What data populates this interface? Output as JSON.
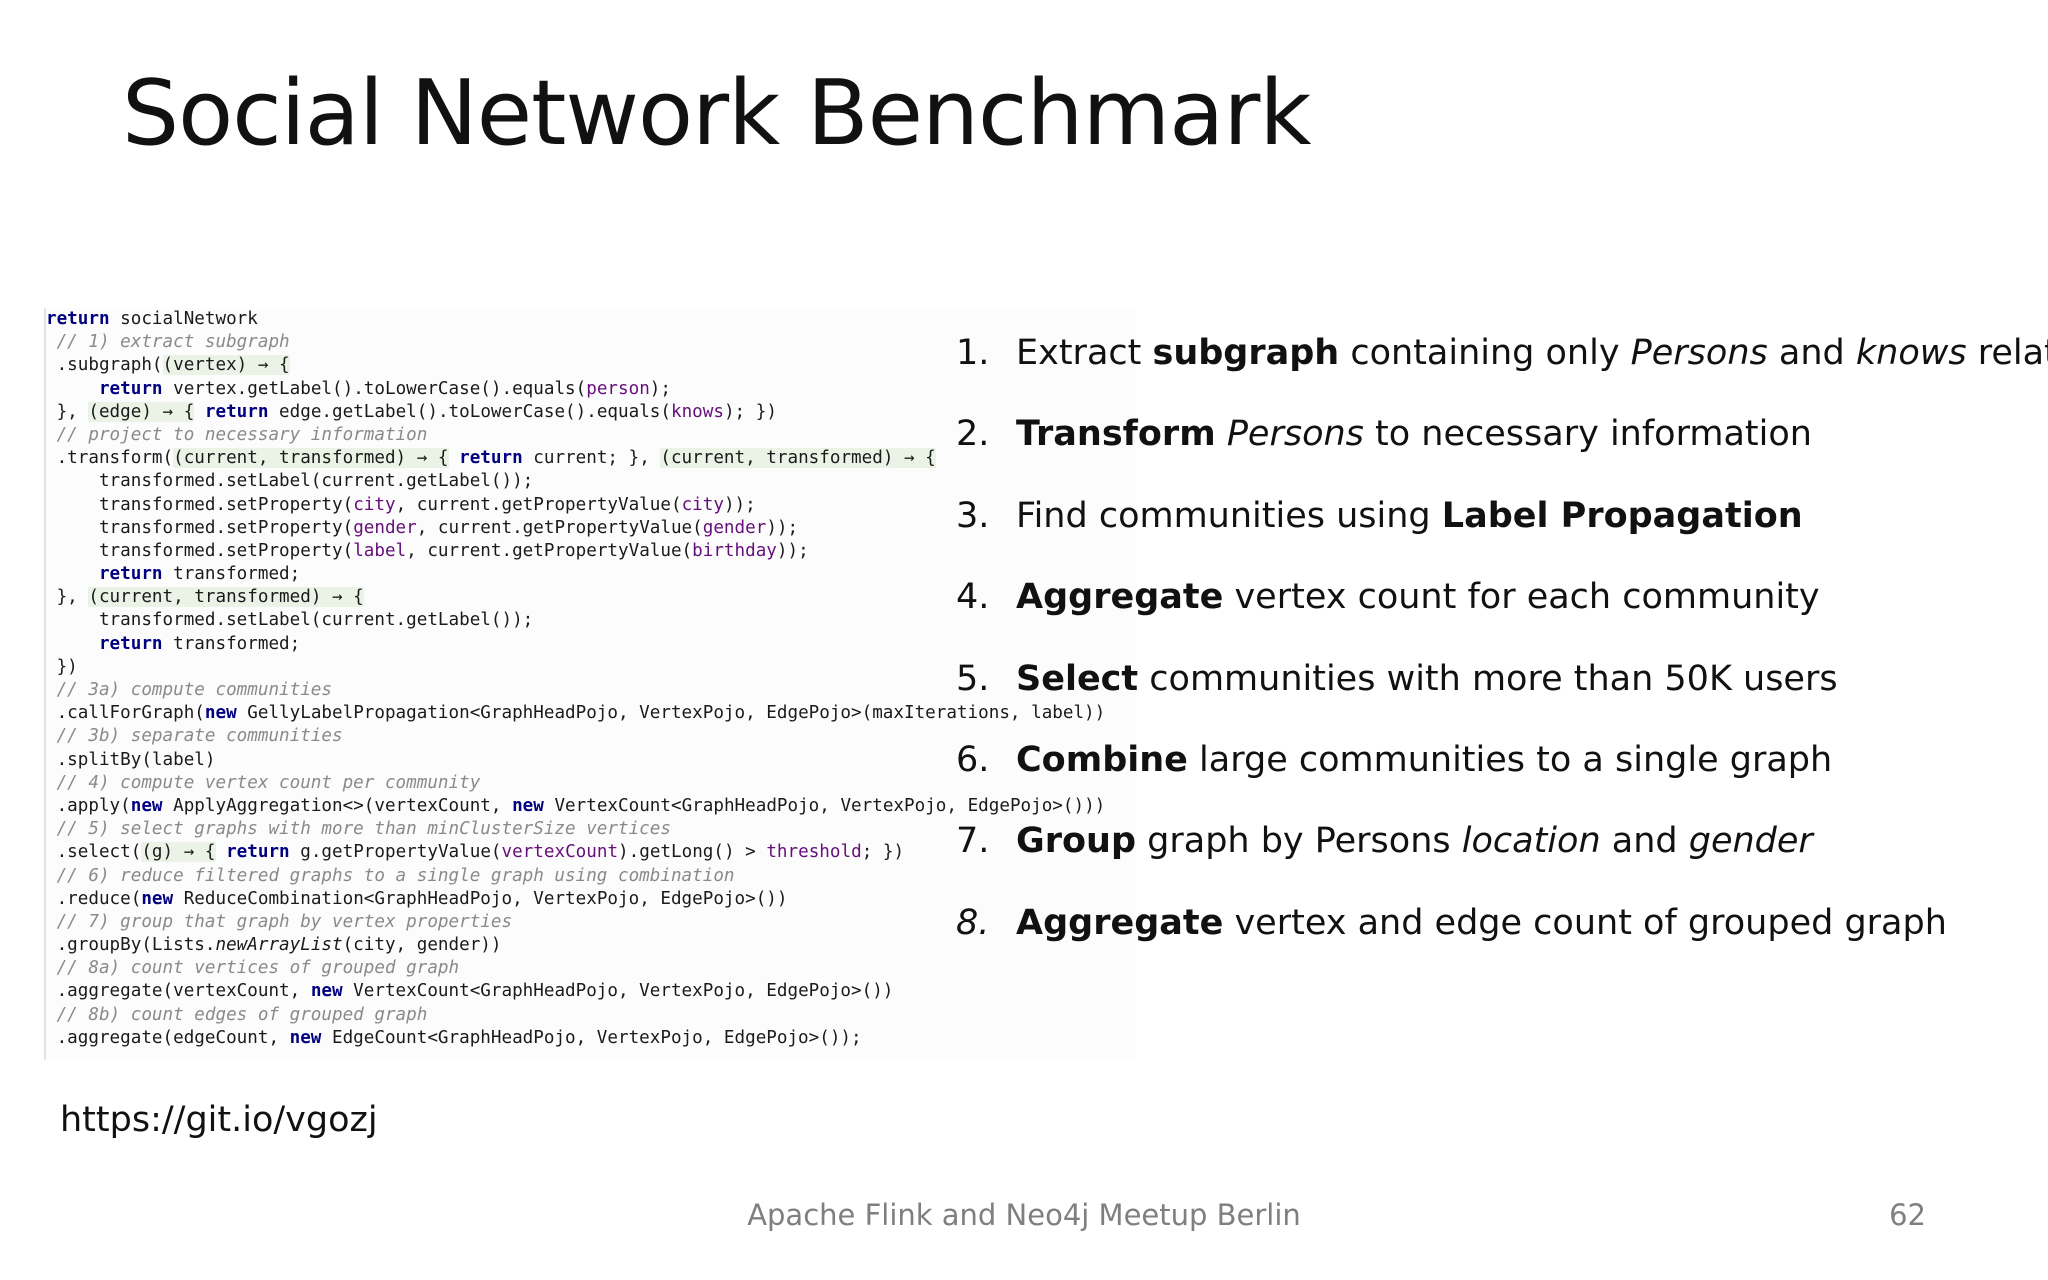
{
  "slide": {
    "title": "Social Network Benchmark",
    "url": "https://git.io/vgozj",
    "footer": "Apache Flink and Neo4j Meetup Berlin",
    "page_number": "62"
  },
  "code_lines": [
    [
      {
        "t": "return",
        "c": "kw"
      },
      {
        "t": " socialNetwork"
      }
    ],
    [
      {
        "t": " "
      },
      {
        "t": "// 1) extract subgraph",
        "c": "cm"
      }
    ],
    [
      {
        "t": " .subgraph("
      },
      {
        "t": "(vertex) → {",
        "c": "lm"
      }
    ],
    [
      {
        "t": "     "
      },
      {
        "t": "return",
        "c": "kw"
      },
      {
        "t": " vertex.getLabel().toLowerCase().equals("
      },
      {
        "t": "person",
        "c": "st"
      },
      {
        "t": ");"
      }
    ],
    [
      {
        "t": " }, "
      },
      {
        "t": "(edge) → {",
        "c": "lm"
      },
      {
        "t": " "
      },
      {
        "t": "return",
        "c": "kw"
      },
      {
        "t": " edge.getLabel().toLowerCase().equals("
      },
      {
        "t": "knows",
        "c": "st"
      },
      {
        "t": "); })"
      }
    ],
    [
      {
        "t": " "
      },
      {
        "t": "// project to necessary information",
        "c": "cm"
      }
    ],
    [
      {
        "t": " .transform("
      },
      {
        "t": "(current, transformed) → {",
        "c": "lm"
      },
      {
        "t": " "
      },
      {
        "t": "return",
        "c": "kw"
      },
      {
        "t": " current; }, "
      },
      {
        "t": "(current, transformed) → {",
        "c": "lm"
      }
    ],
    [
      {
        "t": "     transformed.setLabel(current.getLabel());"
      }
    ],
    [
      {
        "t": "     transformed.setProperty("
      },
      {
        "t": "city",
        "c": "st"
      },
      {
        "t": ", current.getPropertyValue("
      },
      {
        "t": "city",
        "c": "st"
      },
      {
        "t": "));"
      }
    ],
    [
      {
        "t": "     transformed.setProperty("
      },
      {
        "t": "gender",
        "c": "st"
      },
      {
        "t": ", current.getPropertyValue("
      },
      {
        "t": "gender",
        "c": "st"
      },
      {
        "t": "));"
      }
    ],
    [
      {
        "t": "     transformed.setProperty("
      },
      {
        "t": "label",
        "c": "st"
      },
      {
        "t": ", current.getPropertyValue("
      },
      {
        "t": "birthday",
        "c": "st"
      },
      {
        "t": "));"
      }
    ],
    [
      {
        "t": "     "
      },
      {
        "t": "return",
        "c": "kw"
      },
      {
        "t": " transformed;"
      }
    ],
    [
      {
        "t": " }, "
      },
      {
        "t": "(current, transformed) → {",
        "c": "lm"
      }
    ],
    [
      {
        "t": "     transformed.setLabel(current.getLabel());"
      }
    ],
    [
      {
        "t": "     "
      },
      {
        "t": "return",
        "c": "kw"
      },
      {
        "t": " transformed;"
      }
    ],
    [
      {
        "t": " })"
      }
    ],
    [
      {
        "t": " "
      },
      {
        "t": "// 3a) compute communities",
        "c": "cm"
      }
    ],
    [
      {
        "t": " .callForGraph("
      },
      {
        "t": "new",
        "c": "kw"
      },
      {
        "t": " GellyLabelPropagation<GraphHeadPojo, VertexPojo, EdgePojo>(maxIterations, label))"
      }
    ],
    [
      {
        "t": " "
      },
      {
        "t": "// 3b) separate communities",
        "c": "cm"
      }
    ],
    [
      {
        "t": " .splitBy(label)"
      }
    ],
    [
      {
        "t": " "
      },
      {
        "t": "// 4) compute vertex count per community",
        "c": "cm"
      }
    ],
    [
      {
        "t": " .apply("
      },
      {
        "t": "new",
        "c": "kw"
      },
      {
        "t": " ApplyAggregation<>(vertexCount, "
      },
      {
        "t": "new",
        "c": "kw"
      },
      {
        "t": " VertexCount<GraphHeadPojo, VertexPojo, EdgePojo>()))"
      }
    ],
    [
      {
        "t": " "
      },
      {
        "t": "// 5) select graphs with more than minClusterSize vertices",
        "c": "cm"
      }
    ],
    [
      {
        "t": " .select("
      },
      {
        "t": "(g) → {",
        "c": "lm"
      },
      {
        "t": " "
      },
      {
        "t": "return",
        "c": "kw"
      },
      {
        "t": " g.getPropertyValue("
      },
      {
        "t": "vertexCount",
        "c": "st"
      },
      {
        "t": ").getLong() > "
      },
      {
        "t": "threshold",
        "c": "st"
      },
      {
        "t": "; })"
      }
    ],
    [
      {
        "t": " "
      },
      {
        "t": "// 6) reduce filtered graphs to a single graph using combination",
        "c": "cm"
      }
    ],
    [
      {
        "t": " .reduce("
      },
      {
        "t": "new",
        "c": "kw"
      },
      {
        "t": " ReduceCombination<GraphHeadPojo, VertexPojo, EdgePojo>())"
      }
    ],
    [
      {
        "t": " "
      },
      {
        "t": "// 7) group that graph by vertex properties",
        "c": "cm"
      }
    ],
    [
      {
        "t": " .groupBy(Lists."
      },
      {
        "t": "newArrayList",
        "c": "ital"
      },
      {
        "t": "(city, gender))"
      }
    ],
    [
      {
        "t": " "
      },
      {
        "t": "// 8a) count vertices of grouped graph",
        "c": "cm"
      }
    ],
    [
      {
        "t": " .aggregate(vertexCount, "
      },
      {
        "t": "new",
        "c": "kw"
      },
      {
        "t": " VertexCount<GraphHeadPojo, VertexPojo, EdgePojo>())"
      }
    ],
    [
      {
        "t": " "
      },
      {
        "t": "// 8b) count edges of grouped graph",
        "c": "cm"
      }
    ],
    [
      {
        "t": " .aggregate(edgeCount, "
      },
      {
        "t": "new",
        "c": "kw"
      },
      {
        "t": " EdgeCount<GraphHeadPojo, VertexPojo, EdgePojo>());"
      }
    ]
  ],
  "list_items": [
    {
      "num": "1.",
      "parts": [
        {
          "t": "Extract "
        },
        {
          "t": "subgraph",
          "s": "b"
        },
        {
          "t": " containing only "
        },
        {
          "t": "Persons",
          "s": "i"
        },
        {
          "t": " and "
        },
        {
          "t": "knows",
          "s": "i"
        },
        {
          "t": " relations"
        }
      ]
    },
    {
      "num": "2.",
      "parts": [
        {
          "t": "Transform",
          "s": "b"
        },
        {
          "t": " "
        },
        {
          "t": "Persons",
          "s": "i"
        },
        {
          "t": " to necessary information"
        }
      ]
    },
    {
      "num": "3.",
      "parts": [
        {
          "t": "Find communities using "
        },
        {
          "t": "Label Propagation",
          "s": "b"
        }
      ]
    },
    {
      "num": "4.",
      "parts": [
        {
          "t": "Aggregate",
          "s": "b"
        },
        {
          "t": " vertex count for each community"
        }
      ]
    },
    {
      "num": "5.",
      "parts": [
        {
          "t": "Select",
          "s": "b"
        },
        {
          "t": " communities with more than 50K users"
        }
      ]
    },
    {
      "num": "6.",
      "parts": [
        {
          "t": "Combine",
          "s": "b"
        },
        {
          "t": " large communities to a single graph"
        }
      ]
    },
    {
      "num": "7.",
      "parts": [
        {
          "t": "Group",
          "s": "b"
        },
        {
          "t": " graph by Persons "
        },
        {
          "t": "location",
          "s": "i"
        },
        {
          "t": " and "
        },
        {
          "t": "gender",
          "s": "i"
        }
      ]
    },
    {
      "num": "8.",
      "num_italic": true,
      "parts": [
        {
          "t": "Aggregate",
          "s": "b"
        },
        {
          "t": " vertex and edge count of grouped graph"
        }
      ]
    }
  ]
}
